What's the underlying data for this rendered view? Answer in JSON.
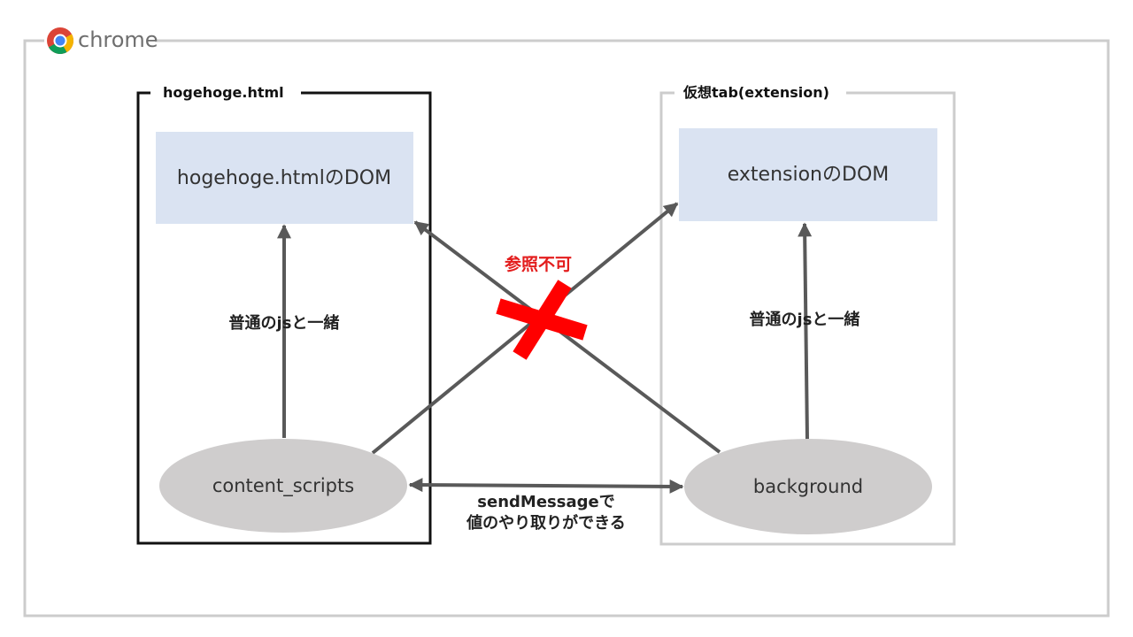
{
  "brand": {
    "name": "chrome",
    "logo_icon": "chrome-logo-icon"
  },
  "frames": {
    "page": {
      "title": "hogehoge.html",
      "dom_label": "hogehoge.htmlのDOM",
      "edge_label": "普通のjsと一緒",
      "node_label": "content_scripts"
    },
    "extension": {
      "title": "仮想tab(extension)",
      "dom_label": "extensionのDOM",
      "edge_label": "普通のjsと一緒",
      "node_label": "background"
    }
  },
  "messaging": {
    "line1": "sendMessageで",
    "line2": "値のやり取りができる"
  },
  "forbidden": {
    "label": "参照不可",
    "icon": "cross-mark-icon"
  },
  "colors": {
    "outer_border": "#cccccc",
    "page_frame": "#111111",
    "extension_frame": "#cccccc",
    "dom_box": "#dae3f2",
    "node_ellipse": "#cfcdcd",
    "arrow": "#595959",
    "forbidden": "#ff0000",
    "forbidden_text": "#e31d1d"
  }
}
